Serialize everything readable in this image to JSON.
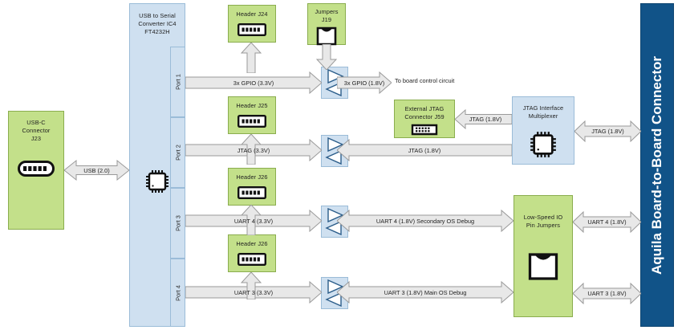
{
  "diagram": {
    "title": "USB to Serial debug interface block diagram",
    "colors": {
      "green_fill": "#c3e08a",
      "green_stroke": "#8aad4e",
      "blue_fill": "#cfe0f0",
      "blue_stroke": "#9bbcd8",
      "darkblue_fill": "#115388",
      "arrow_fill": "#e8e8e8",
      "arrow_stroke": "#9a9a9a",
      "text": "#1f1f1f"
    }
  },
  "blocks": {
    "usb_c_connector": {
      "line1": "USB-C",
      "line2": "Connector",
      "line3": "J23",
      "icon": "usb-c-port-icon"
    },
    "usb_serial_converter": {
      "line1": "USB to Serial",
      "line2": "Converter IC4",
      "line3": "FT4232H",
      "icon": "ic-chip-icon"
    },
    "ports": [
      {
        "label": "Port 1"
      },
      {
        "label": "Port 2"
      },
      {
        "label": "Port 3"
      },
      {
        "label": "Port 4"
      }
    ],
    "headers": [
      {
        "label": "Header J24",
        "icon": "pin-header-icon"
      },
      {
        "label": "Header J25",
        "icon": "pin-header-icon"
      },
      {
        "label": "Header J26",
        "icon": "pin-header-icon"
      },
      {
        "label": "Header J26",
        "icon": "pin-header-icon"
      }
    ],
    "jumpers_j19": {
      "line1": "Jumpers",
      "line2": "J19",
      "icon": "jumper-cap-icon"
    },
    "external_jtag_connector": {
      "line1": "External JTAG",
      "line2": "Connector J59",
      "icon": "jtag-connector-icon"
    },
    "jtag_interface_multiplexer": {
      "line1": "JTAG Interface",
      "line2": "Multiplexer",
      "icon": "ic-chip-icon"
    },
    "low_speed_io_pin_jumpers": {
      "line1": "Low-Speed IO",
      "line2": "Pin Jumpers",
      "icon": "jumper-cap-icon"
    },
    "board_to_board_connector": {
      "label": "Aquila Board-to-Board Connector"
    }
  },
  "signals": {
    "usb_20": "USB (2.0)",
    "gpio_33": "3x GPIO (3.3V)",
    "gpio_18": "3x GPIO (1.8V)",
    "to_board_control_circuit": "To board control circuit",
    "jtag_33": "JTAG (3.3V)",
    "jtag_18_mid": "JTAG (1.8V)",
    "jtag_18_ext": "JTAG (1.8V)",
    "jtag_18_b2b": "JTAG (1.8V)",
    "uart4_33": "UART 4 (3.3V)",
    "uart4_18_debug": "UART 4 (1.8V) Secondary OS Debug",
    "uart4_18_b2b": "UART 4 (1.8V)",
    "uart3_33": "UART 3 (3.3V)",
    "uart3_18_debug": "UART 3 (1.8V) Main OS Debug",
    "uart3_18_b2b": "UART 3 (1.8V)"
  }
}
